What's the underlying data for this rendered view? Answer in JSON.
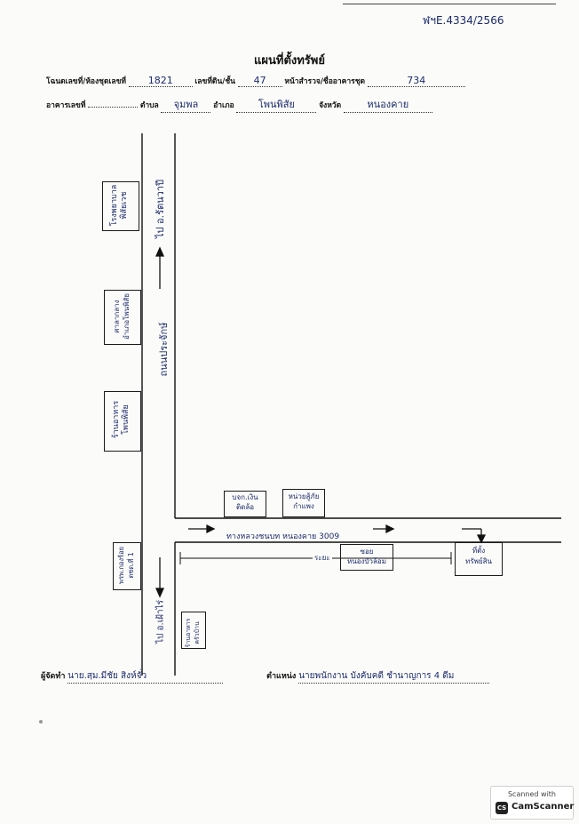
{
  "header": {
    "reference_number": "ฬฯE.4334/2566",
    "title": "แผนที่ตั้งทรัพย์"
  },
  "form_row_1": {
    "deed_label": "โฉนดเลขที่/ห้องชุดเลขที่",
    "deed_value": "1821",
    "land_no_label": "เลขที่ดิน/ชั้น",
    "land_no_value": "47",
    "survey_page_label": "หน้าสำรวจ/ชื่ออาคารชุด",
    "survey_page_value": "734"
  },
  "form_row_2": {
    "building_label": "อาคารเลขที่",
    "building_value": "",
    "subdistrict_label": "ตำบล",
    "subdistrict_value": "จุมพล",
    "district_label": "อำเภอ",
    "district_value": "โพนพิสัย",
    "province_label": "จังหวัด",
    "province_value": "หนองคาย"
  },
  "map": {
    "main_road_label": "ถนนประจักษ์",
    "direction_north": "ไป อ.รัตนวาปี",
    "direction_south": "ไป อ.เฝ้าไร่",
    "side_road_label": "ทางหลวงชนบท หนองคาย 3009",
    "distance_label": "ระยะ",
    "landmarks": [
      {
        "lines": [
          "โรงพยาบาล",
          "พิสัยเวช"
        ]
      },
      {
        "lines": [
          "ศาลากลาง",
          "อำเภอโพนพิสัย"
        ]
      },
      {
        "lines": [
          "ร้านอาหาร",
          "โพนพิสัย"
        ]
      },
      {
        "lines": [
          "พรพ.กองร้อย",
          "ตชด.ที่ 1"
        ]
      },
      {
        "lines": [
          "บจก.เงิน",
          "ติดล้อ"
        ]
      },
      {
        "lines": [
          "หน่วยสู้ภัย",
          "กำแพง"
        ]
      },
      {
        "lines": [
          "ซอย",
          "หนองบัวล้อม"
        ]
      },
      {
        "lines": [
          "ที่ตั้ง",
          "ทรัพย์สิน"
        ]
      },
      {
        "lines": [
          "ร้านอาหาร",
          "ครัวบ้าน"
        ]
      }
    ]
  },
  "signature": {
    "drawn_by_label": "ผู้จัดทำ",
    "drawn_by_value": "นาย.สฺม.มีชัย สิงห์จั่ว",
    "position_label": "ตำแหน่ง",
    "position_value": "นายพนักงาน บังคับคดี ชำนาญการ 4 ดีม"
  },
  "scanner_badge": {
    "top_text": "Scanned with",
    "logo_text": "CS",
    "name": "CamScanner"
  }
}
